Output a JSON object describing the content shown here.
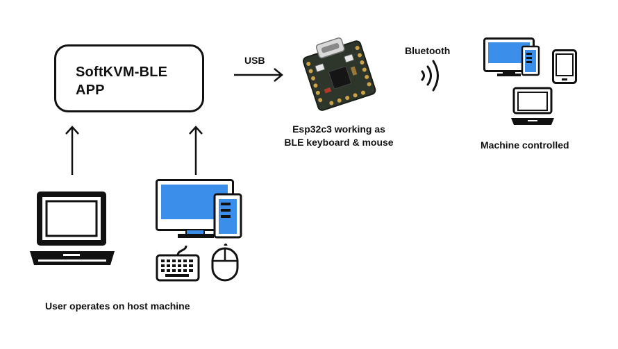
{
  "app": {
    "title": "SoftKVM-BLE\nAPP"
  },
  "links": {
    "usb_label": "USB",
    "bluetooth_label": "Bluetooth"
  },
  "device": {
    "caption_line1": "Esp32c3 working as",
    "caption_line2": "BLE keyboard & mouse"
  },
  "target": {
    "caption": "Machine controlled"
  },
  "host": {
    "caption": "User operates on host machine"
  },
  "colors": {
    "screen_blue": "#3B8FEA",
    "stroke": "#111111",
    "board_green": "#3f4a3a",
    "pad_gold": "#c9a24a"
  }
}
